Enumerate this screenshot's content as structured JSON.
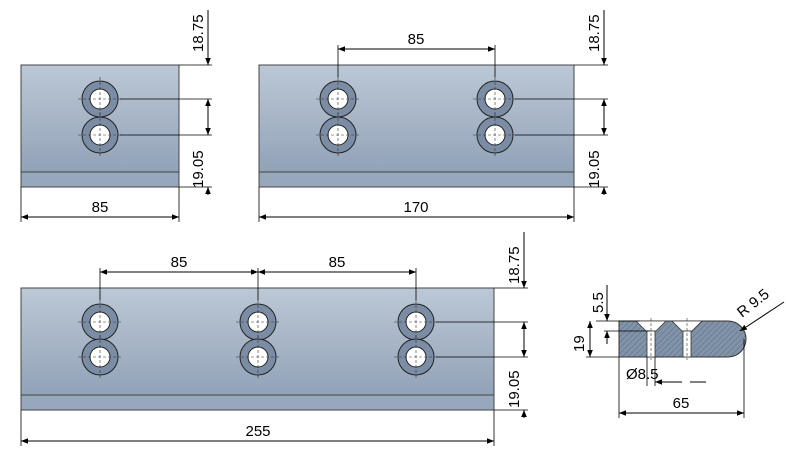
{
  "drawing": {
    "plate_small": {
      "width": "85",
      "dim_top": "18.75",
      "dim_bottom": "19.05"
    },
    "plate_medium": {
      "width": "170",
      "hole_spacing": "85",
      "dim_top": "18.75",
      "dim_bottom": "19.05"
    },
    "plate_large": {
      "width": "255",
      "hole_spacing_1": "85",
      "hole_spacing_2": "85",
      "dim_top": "18.75",
      "dim_bottom": "19.05"
    },
    "section": {
      "height": "19",
      "counterbore": "5.5",
      "hole_diameter": "Ø8.5",
      "radius": "R 9.5",
      "width": "65"
    }
  },
  "colors": {
    "plate_top": "#b9c6d5",
    "plate_bottom": "#8e9fb4",
    "strip": "#95a6bb",
    "hole_ring": "#7d8fa6",
    "section_fill": "#7f8fa3"
  }
}
